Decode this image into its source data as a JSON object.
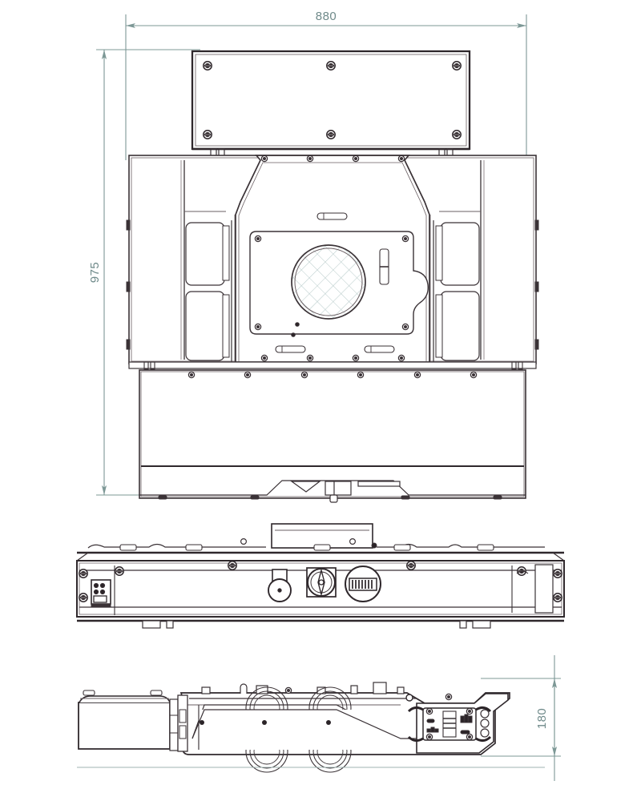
{
  "drawing": {
    "type": "technical-engineering-drawing",
    "title": "",
    "background_color": "#ffffff",
    "line_color": "#3a3236",
    "thin_line_color": "#6a5f63",
    "dimension_color": "#7d9896",
    "dimension_text_color": "#6f8a8a",
    "mesh_color": "#b9cccb",
    "views": [
      {
        "name": "front-view",
        "label": ""
      },
      {
        "name": "top-view",
        "label": ""
      },
      {
        "name": "bottom-plan-view",
        "label": ""
      }
    ]
  },
  "dimensions": {
    "width": {
      "value": "880",
      "orientation": "horizontal",
      "name": "overall-width"
    },
    "height": {
      "value": "975",
      "orientation": "vertical",
      "name": "overall-height"
    },
    "depth": {
      "value": "180",
      "orientation": "vertical",
      "name": "base-height"
    }
  },
  "front_view": {
    "upper_panel": {
      "name": "upper-cover-panel",
      "screw_count": 6
    },
    "main_body": {
      "name": "main-housing"
    },
    "center_plate": {
      "name": "center-access-plate",
      "screw_count": 4
    },
    "fan_grille": {
      "name": "circular-mesh-grille",
      "pattern": "diagonal-crosshatch"
    },
    "side_modules_left": {
      "name": "left-side-module-stack",
      "count": 2
    },
    "side_modules_right": {
      "name": "right-side-module-stack",
      "count": 2
    },
    "top_screw_row": {
      "name": "top-flange-screw-row",
      "count": 4
    },
    "bottom_screw_row": {
      "name": "bottom-flange-screw-row",
      "count": 4
    },
    "base": {
      "name": "base-pedestal",
      "screw_count": 6
    },
    "slots": {
      "name": "vent-slot",
      "count": 3
    }
  },
  "top_view": {
    "controls": [
      {
        "name": "indicator-lamp-control",
        "shape": "square-circle"
      },
      {
        "name": "rotary-selector-switch",
        "shape": "round-knob"
      },
      {
        "name": "striped-gauge-meter",
        "shape": "round-dial"
      }
    ],
    "connector_panel": {
      "name": "left-connector-panel"
    },
    "hinge_screws": {
      "name": "hinge-screw",
      "count": 4
    },
    "raised_box": {
      "name": "top-raised-housing"
    }
  },
  "bottom_view": {
    "battery_block": {
      "name": "battery-module"
    },
    "wheels": {
      "name": "roller-wheel",
      "count": 4
    },
    "coupler_assembly": {
      "name": "coupler-mechanism"
    },
    "chassis": {
      "name": "chassis-frame"
    }
  }
}
